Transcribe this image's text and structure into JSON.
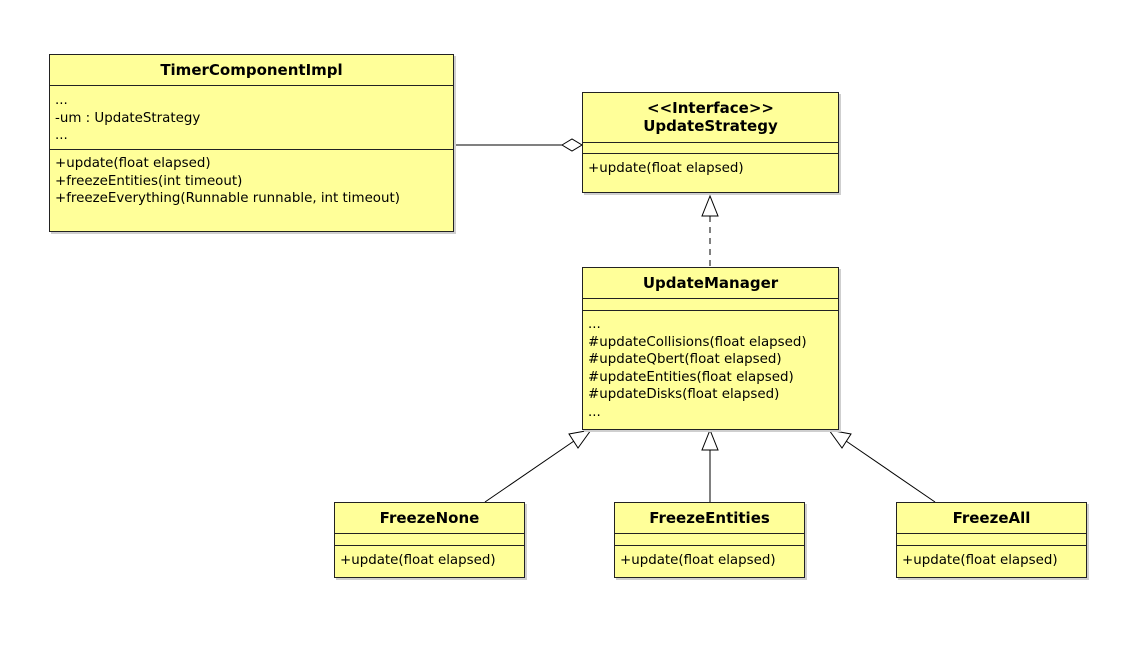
{
  "classes": {
    "timer": {
      "name": "TimerComponentImpl",
      "attributes": [
        "...",
        "-um : UpdateStrategy",
        "..."
      ],
      "operations": [
        "+update(float elapsed)",
        "+freezeEntities(int timeout)",
        "+freezeEverything(Runnable runnable, int timeout)"
      ]
    },
    "strategy": {
      "stereotype": "<<Interface>>",
      "name": "UpdateStrategy",
      "operations": [
        "+update(float elapsed)"
      ]
    },
    "manager": {
      "name": "UpdateManager",
      "operations": [
        "...",
        "#updateCollisions(float elapsed)",
        "#updateQbert(float elapsed)",
        "#updateEntities(float elapsed)",
        "#updateDisks(float elapsed)",
        "..."
      ]
    },
    "freeze_none": {
      "name": "FreezeNone",
      "operations": [
        "+update(float elapsed)"
      ]
    },
    "freeze_entities": {
      "name": "FreezeEntities",
      "operations": [
        "+update(float elapsed)"
      ]
    },
    "freeze_all": {
      "name": "FreezeAll",
      "operations": [
        "+update(float elapsed)"
      ]
    }
  },
  "relations": [
    {
      "from": "TimerComponentImpl",
      "to": "UpdateStrategy",
      "kind": "aggregation"
    },
    {
      "from": "UpdateManager",
      "to": "UpdateStrategy",
      "kind": "realization"
    },
    {
      "from": "FreezeNone",
      "to": "UpdateManager",
      "kind": "generalization"
    },
    {
      "from": "FreezeEntities",
      "to": "UpdateManager",
      "kind": "generalization"
    },
    {
      "from": "FreezeAll",
      "to": "UpdateManager",
      "kind": "generalization"
    }
  ],
  "colors": {
    "class_fill": "#ffff99",
    "border": "#222222",
    "shadow": "#cfcfcf"
  }
}
